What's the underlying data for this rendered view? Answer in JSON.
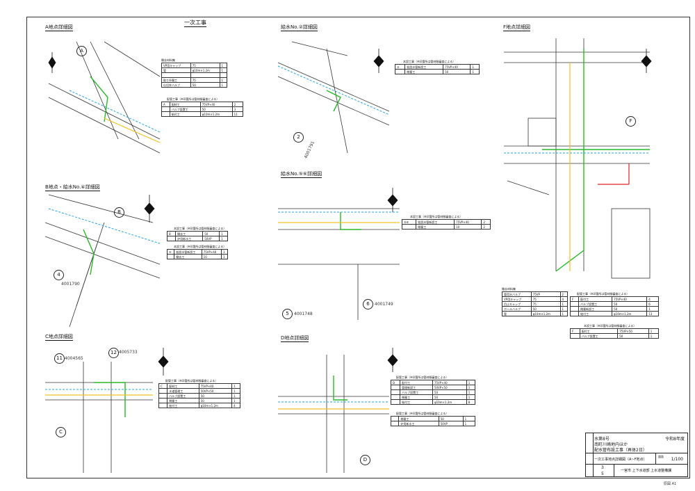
{
  "main_title": "一次工事",
  "sections": {
    "a": {
      "title": "A地点詳細図",
      "marker": "A"
    },
    "b": {
      "title": "B地点・給水No.④詳細図",
      "marker": "B",
      "num": "4",
      "code": "4001790"
    },
    "c": {
      "title": "C地点詳細図",
      "marker": "C",
      "num1": "11",
      "code1": "4004565",
      "num2": "12",
      "code2": "4005733"
    },
    "w2": {
      "title": "給水No.②詳細図",
      "num": "2",
      "code": "4001791"
    },
    "w56": {
      "title": "給水No.⑤⑥詳細図",
      "num5": "5",
      "code5": "4001748",
      "num6": "6",
      "code6": "4001749"
    },
    "d": {
      "title": "D地点詳細図",
      "marker": "D"
    },
    "f": {
      "title": "F地点詳細図",
      "marker": "F"
    }
  },
  "tables": {
    "a_small_caption": "撤去材料集",
    "a_small": [
      [
        "VP用キャップ",
        "75",
        "1"
      ],
      [
        "管",
        "φ10m×1.2m",
        "1"
      ],
      [
        "",
        "",
        " "
      ],
      [
        "取り外撤工",
        "75",
        "1"
      ],
      [
        "仕切弁バルブ",
        "50",
        "1"
      ]
    ],
    "a_main_caption": "配管工事（※印箇所は管材服審査による）",
    "a_main": [
      [
        "A",
        "配材工",
        "75VP×40",
        "2"
      ],
      [
        "",
        "バルブ設置工",
        "50",
        "3"
      ],
      [
        "",
        "給付工",
        "φ10m×1.2m",
        "11"
      ]
    ],
    "b1_caption": "本設工事（※印箇所は管材服審査による）",
    "b1": [
      [
        "B",
        "撤去工",
        "50",
        "1"
      ],
      [
        "",
        "炉用新水工",
        "50VP",
        "1"
      ]
    ],
    "b2_caption": "本設工事（※印箇所は管材服審査による）",
    "b2": [
      [
        "④",
        "仮設水管新設工",
        "75VP×40",
        "1"
      ],
      [
        "",
        "撤去工",
        "10",
        "1"
      ]
    ],
    "c_caption": "配管工事（※印箇所は管材服審査による）",
    "c": [
      [
        "C",
        "配材工",
        "75VP×40",
        "1"
      ],
      [
        "",
        "水道管理工",
        "50VP×50",
        "1"
      ],
      [
        "",
        "バルブ設置工",
        "50",
        "1"
      ],
      [
        "",
        "閉塞工",
        "50",
        "1"
      ],
      [
        "",
        "給付工",
        "φ10m×1.2m",
        "4"
      ]
    ],
    "w2_caption": "本設工事（※印箇所は管材服審査による）",
    "w2": [
      [
        "②",
        "仮設水管新設工",
        "75VP×40",
        "1"
      ],
      [
        "",
        "閉塞工",
        "50",
        "1"
      ]
    ],
    "w56_caption": "本設工事（※印箇所は管材服審査による）",
    "w56": [
      [
        "⑤⑥",
        "仮設水管新設工",
        "75VP×40",
        "2"
      ],
      [
        "",
        "閉塞工",
        "10",
        "2"
      ]
    ],
    "d1_caption": "配管工事（※印箇所は管材服審査による）",
    "d1": [
      [
        "D",
        "配付工",
        "75VP×40",
        "1"
      ],
      [
        "",
        "管理新設工",
        "50VP×50",
        "1"
      ],
      [
        "",
        "バルブ設置工",
        "50",
        "1"
      ],
      [
        "",
        "閉塞工",
        "50",
        "1"
      ],
      [
        "",
        "給付工",
        "φ10m×1.2m",
        "8"
      ]
    ],
    "d2_caption": "配管工事（※印箇所は管材服審査による）",
    "d2": [
      [
        "",
        "閉塞工",
        "50",
        "1"
      ],
      [
        "",
        "炉用新水工",
        "50VP",
        "1"
      ]
    ],
    "f_small_caption": "撤去材料集",
    "f_small": [
      [
        "管用水バルブ",
        "75VP",
        "2"
      ],
      [
        "VP用キャップ",
        "75",
        "4"
      ],
      [
        "目止キャップ",
        "75",
        "1"
      ],
      [
        "ボールバルブ",
        "50",
        "1"
      ],
      [
        "管",
        "φ10m×1.2m",
        "1"
      ]
    ],
    "f_main_caption": "配管工事（※印箇所は管材服審査による）",
    "f_main": [
      [
        "F",
        "配付工",
        "75VP×40",
        "4"
      ],
      [
        "",
        "バルブ設置工",
        "50",
        "6"
      ],
      [
        "",
        "閉塞新設工",
        "50",
        "1"
      ],
      [
        "",
        "給付工",
        "φ10m×1.2m",
        "13"
      ]
    ],
    "f_sub_caption": "本設工事（※印箇所は管材服審査による）",
    "f_sub": [
      [
        "F",
        "配付工",
        "75VP×50",
        "1"
      ],
      [
        "",
        "バルブ設置工",
        "50",
        "1"
      ]
    ]
  },
  "title_block": {
    "year": "令和8年度",
    "line1": "水第8号",
    "line2": "南町川崎地内ほか",
    "line3": "配水管布設工事（再体2日）",
    "drawing": "一次工事地点詳細図（A~F地点）",
    "scale": "1/100",
    "no_label": "図面",
    "sheet": "3",
    "total": "5",
    "org": "一宮市 上下水道部 上水道整備課"
  },
  "footer": "原図 A1",
  "colors": {
    "water": "#29a3e0",
    "green": "#2cb52c",
    "yellow": "#f0c020",
    "red": "#e02020"
  }
}
